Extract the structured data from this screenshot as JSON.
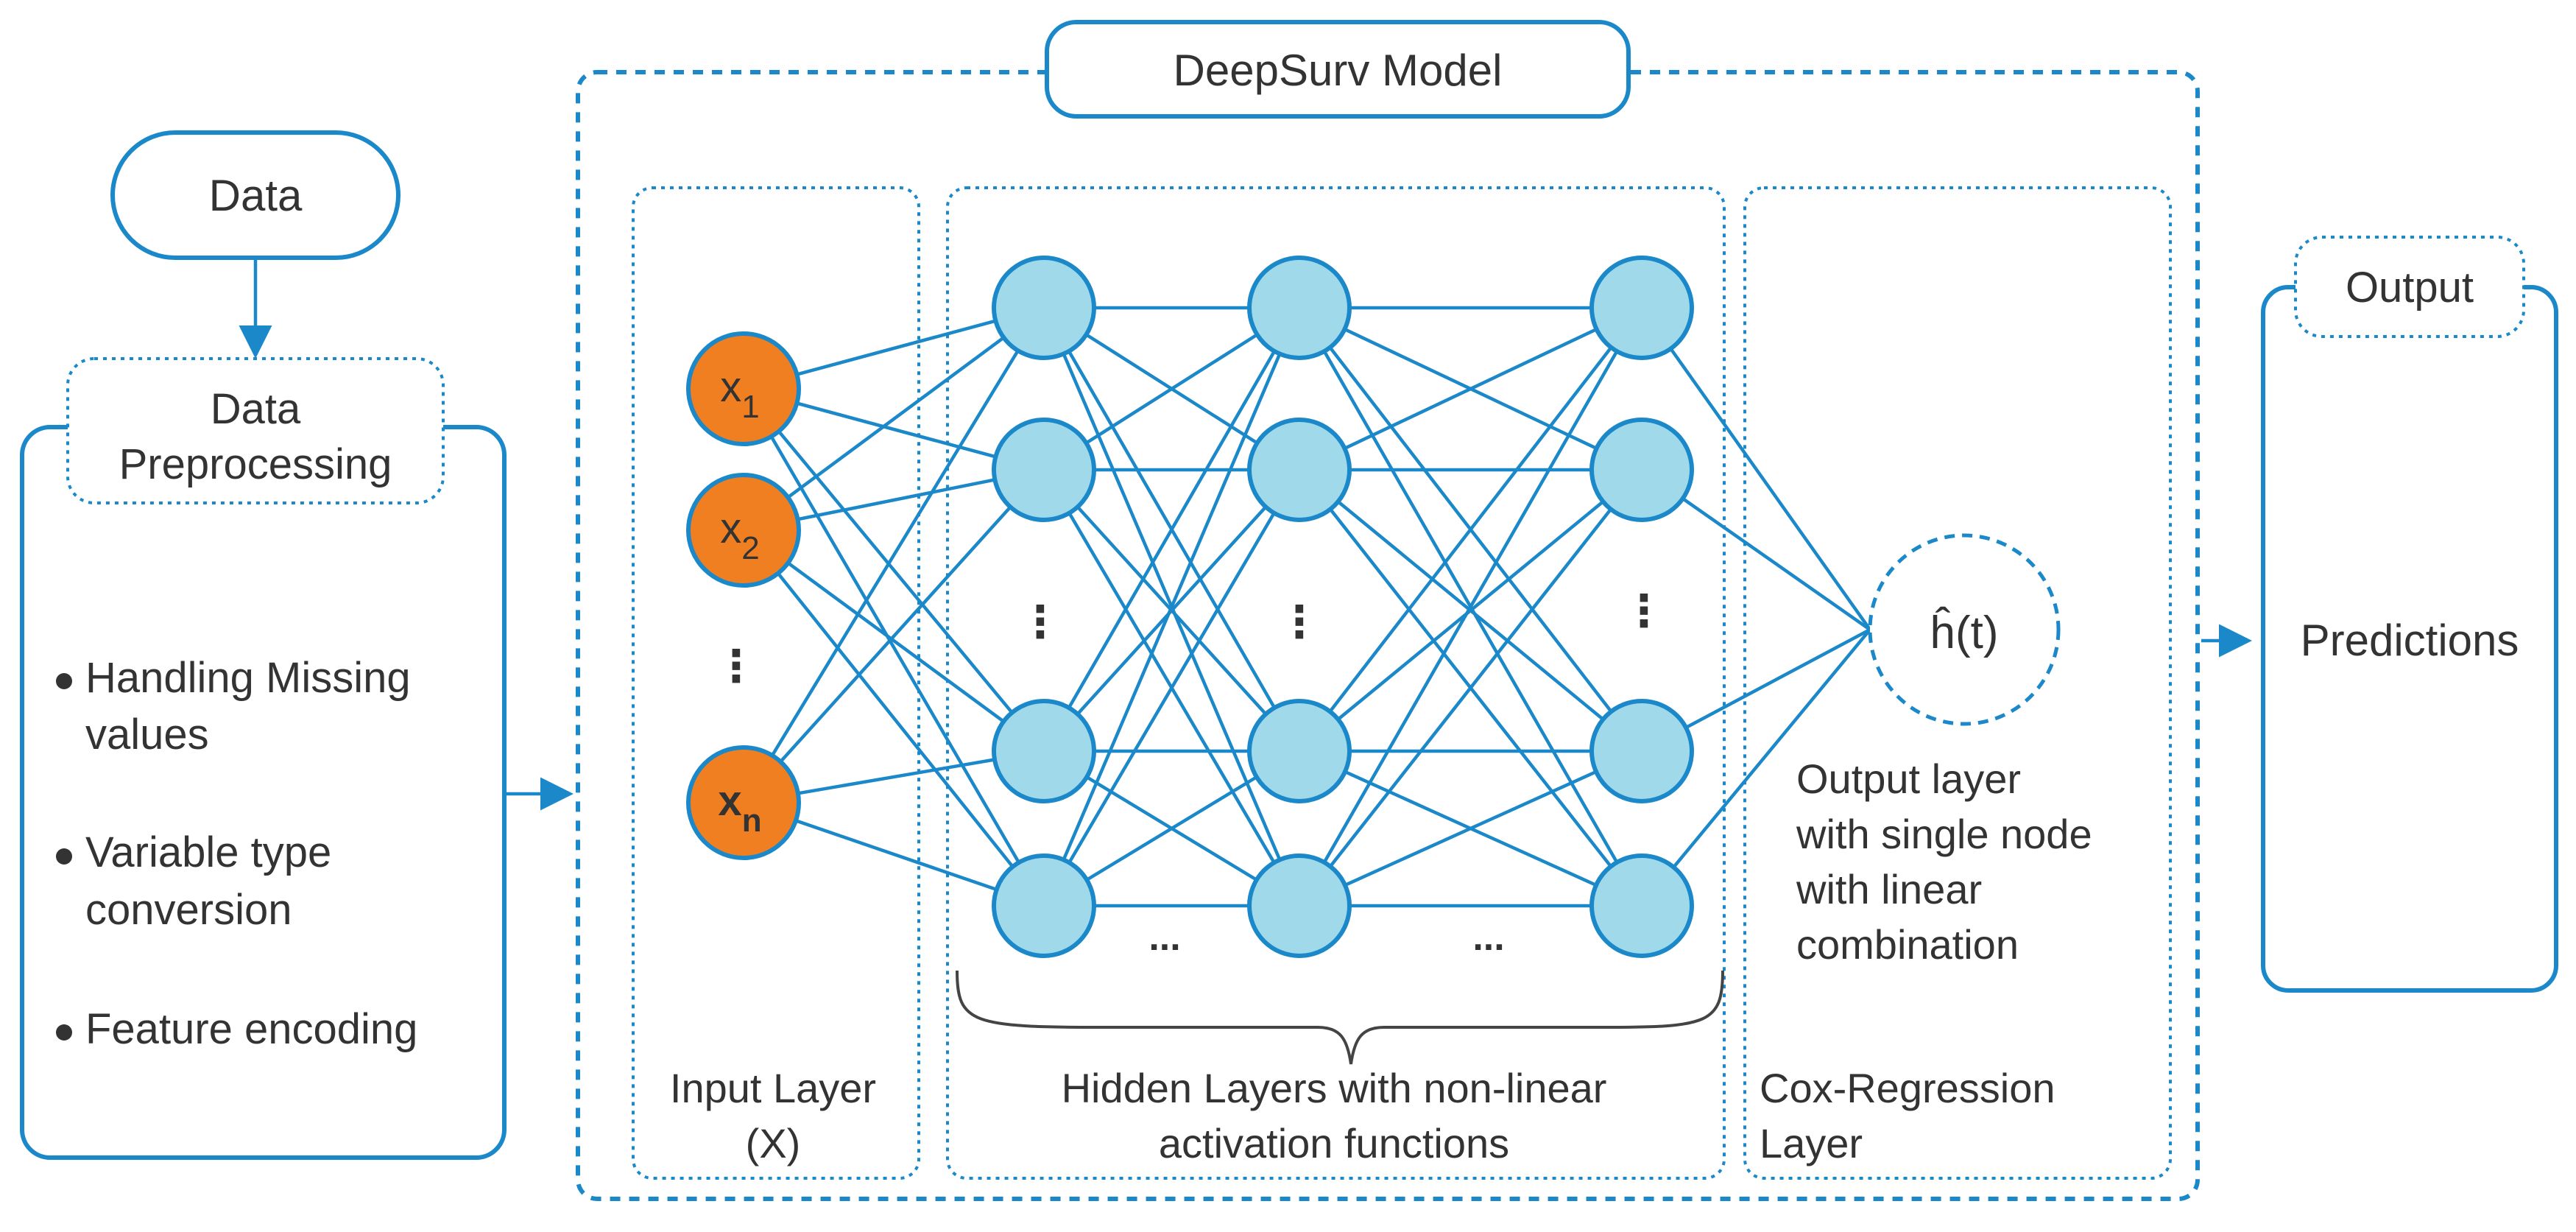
{
  "model_title": "DeepSurv Model",
  "data_box": {
    "label": "Data"
  },
  "preprocessing": {
    "title_lines": [
      "Data",
      "Preprocessing"
    ],
    "items": [
      {
        "lines": [
          "Handling Missing",
          "values"
        ]
      },
      {
        "lines": [
          "Variable type",
          "conversion"
        ]
      },
      {
        "lines": [
          "Feature encoding"
        ]
      }
    ]
  },
  "input_layer": {
    "nodes": [
      {
        "base": "x",
        "sub": "1"
      },
      {
        "base": "x",
        "sub": "2"
      },
      {
        "base": "x",
        "sub": "n"
      }
    ],
    "ellipsis": "⋮",
    "label_lines": [
      "Input Layer",
      "(X)"
    ]
  },
  "hidden_layers": {
    "layer_count": 3,
    "nodes_per_layer": 4,
    "vertical_ellipsis": "⋮",
    "horizontal_ellipsis": "...",
    "label_lines": [
      "Hidden Layers with non-linear",
      "activation functions"
    ]
  },
  "cox_layer": {
    "node_symbol": "ĥ(t)",
    "description_lines": [
      "Output layer",
      "with single node",
      "with linear",
      "combination"
    ],
    "label_lines": [
      "Cox-Regression",
      "Layer"
    ]
  },
  "output": {
    "title": "Output",
    "label": "Predictions"
  },
  "colors": {
    "accent_blue": "#1a88c9",
    "hidden_node_fill": "#9fd9ea",
    "input_node_fill": "#f07f22",
    "text": "#333333"
  }
}
